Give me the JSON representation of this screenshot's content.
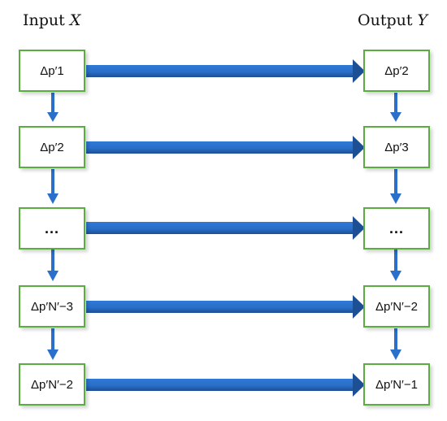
{
  "headers": {
    "input": {
      "word": "Input",
      "var": "X"
    },
    "output": {
      "word": "Output",
      "var": "Y"
    }
  },
  "left_nodes": [
    {
      "label": "Δp′1"
    },
    {
      "label": "Δp′2"
    },
    {
      "label": "..."
    },
    {
      "label": "Δp′N′−3"
    },
    {
      "label": "Δp′N′−2"
    }
  ],
  "right_nodes": [
    {
      "label": "Δp′2"
    },
    {
      "label": "Δp′3"
    },
    {
      "label": "..."
    },
    {
      "label": "Δp′N′−2"
    },
    {
      "label": "Δp′N′−1"
    }
  ],
  "colors": {
    "box_border": "#5aae3f",
    "arrow": "#2a6fc9",
    "arrow_dark": "#1d4f94"
  }
}
